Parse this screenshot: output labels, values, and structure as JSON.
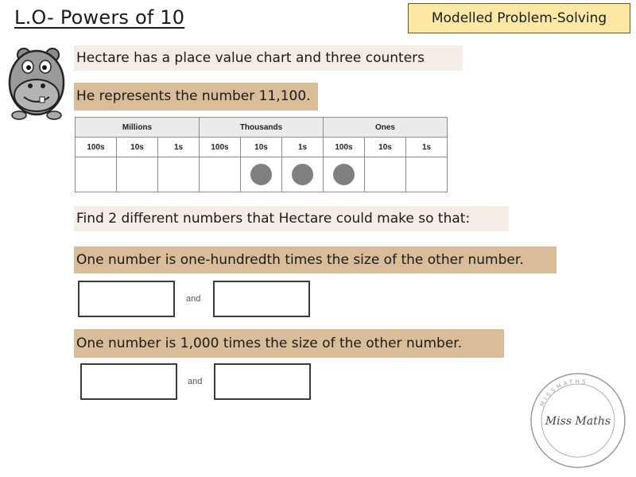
{
  "header": {
    "title": "L.O- Powers of 10",
    "tag": "Modelled Problem-Solving"
  },
  "prompts": {
    "intro": "Hectare has a place value chart and three counters",
    "represents": "He represents the number 11,100.",
    "find": "Find 2 different numbers that Hectare could make so that:",
    "task1": "One number is one-hundredth times the size of the other number.",
    "task2": "One number is 1,000 times the size of the other number."
  },
  "place_value_chart": {
    "groups": [
      "Millions",
      "Thousands",
      "Ones"
    ],
    "columns": [
      "100s",
      "10s",
      "1s",
      "100s",
      "10s",
      "1s",
      "100s",
      "10s",
      "1s"
    ],
    "counters": [
      0,
      0,
      0,
      0,
      1,
      1,
      1,
      0,
      0
    ]
  },
  "answers": {
    "connector": "and"
  },
  "stamp": {
    "text": "Miss Maths",
    "ring_text": "MISSMATHS"
  },
  "colors": {
    "tag_bg": "#fde9a4",
    "band_light": "#f5ece6",
    "band_tan": "#d8bd98",
    "counter": "#808080"
  }
}
